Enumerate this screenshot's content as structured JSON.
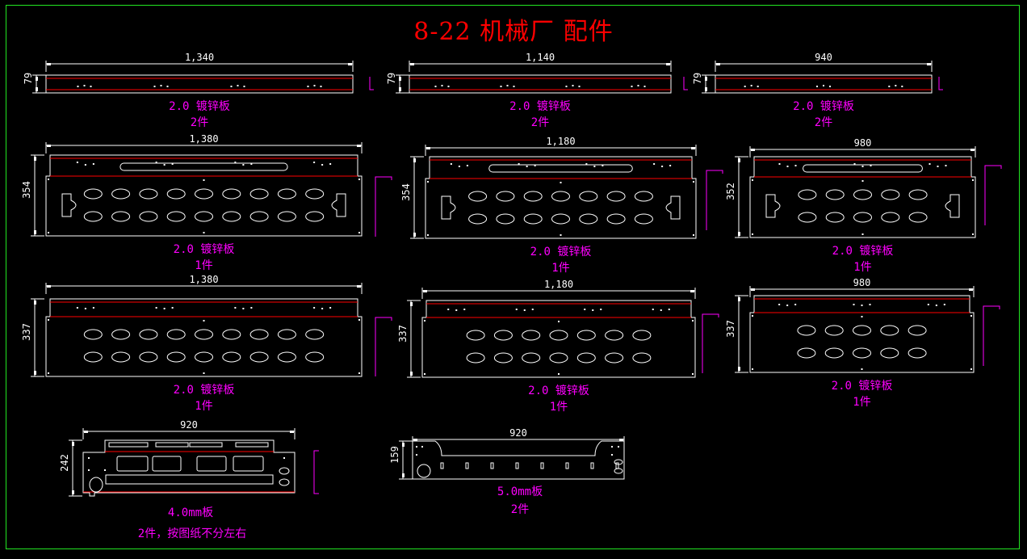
{
  "title": "8-22 机械厂 配件",
  "colors": {
    "background": "#000000",
    "frame": "#22e622",
    "outline": "#ffffff",
    "bend_line": "#ff0000",
    "annotation": "#ff00ff",
    "title": "#ff0000"
  },
  "parts": [
    {
      "id": "p1",
      "width_dim": "1,340",
      "height_dim": "79",
      "material": "2.0 镀锌板",
      "qty": "2件",
      "type": "strip",
      "holes_cols": 0
    },
    {
      "id": "p2",
      "width_dim": "1,140",
      "height_dim": "79",
      "material": "2.0 镀锌板",
      "qty": "2件",
      "type": "strip",
      "holes_cols": 0
    },
    {
      "id": "p3",
      "width_dim": "940",
      "height_dim": "79",
      "material": "2.0 镀锌板",
      "qty": "2件",
      "type": "strip",
      "holes_cols": 0
    },
    {
      "id": "p4",
      "width_dim": "1,380",
      "height_dim": "354",
      "material": "2.0 镀锌板",
      "qty": "1件",
      "type": "panel-slot",
      "holes_cols": 9
    },
    {
      "id": "p5",
      "width_dim": "1,180",
      "height_dim": "354",
      "material": "2.0 镀锌板",
      "qty": "1件",
      "type": "panel-slot",
      "holes_cols": 7
    },
    {
      "id": "p6",
      "width_dim": "980",
      "height_dim": "352",
      "material": "2.0 镀锌板",
      "qty": "1件",
      "type": "panel-slot",
      "holes_cols": 5
    },
    {
      "id": "p7",
      "width_dim": "1,380",
      "height_dim": "337",
      "material": "2.0 镀锌板",
      "qty": "1件",
      "type": "panel",
      "holes_cols": 9
    },
    {
      "id": "p8",
      "width_dim": "1,180",
      "height_dim": "337",
      "material": "2.0 镀锌板",
      "qty": "1件",
      "type": "panel",
      "holes_cols": 7
    },
    {
      "id": "p9",
      "width_dim": "980",
      "height_dim": "337",
      "material": "2.0 镀锌板",
      "qty": "1件",
      "type": "panel",
      "holes_cols": 5
    },
    {
      "id": "p10",
      "width_dim": "920",
      "height_dim": "242",
      "material": "4.0mm板",
      "qty": "2件，按图纸不分左右",
      "type": "bracket",
      "holes_cols": 0
    },
    {
      "id": "p11",
      "width_dim": "920",
      "height_dim": "159",
      "material": "5.0mm板",
      "qty": "2件",
      "type": "plate",
      "holes_cols": 0
    }
  ]
}
